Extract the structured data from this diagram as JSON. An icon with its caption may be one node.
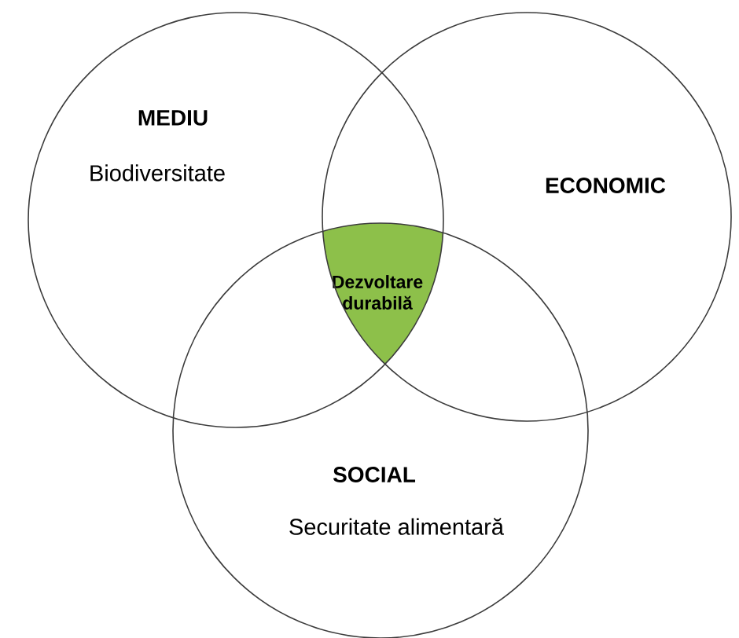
{
  "diagram": {
    "nodes": [
      {
        "text": [
          "MEDIU",
          "Biodiversitate"
        ]
      },
      {
        "text": [
          "ECONOMIC"
        ]
      },
      {
        "text": [
          "SOCIAL",
          "Securitate alimentară"
        ]
      },
      {
        "text": [
          "Dezvoltare durabilă"
        ]
      }
    ]
  }
}
